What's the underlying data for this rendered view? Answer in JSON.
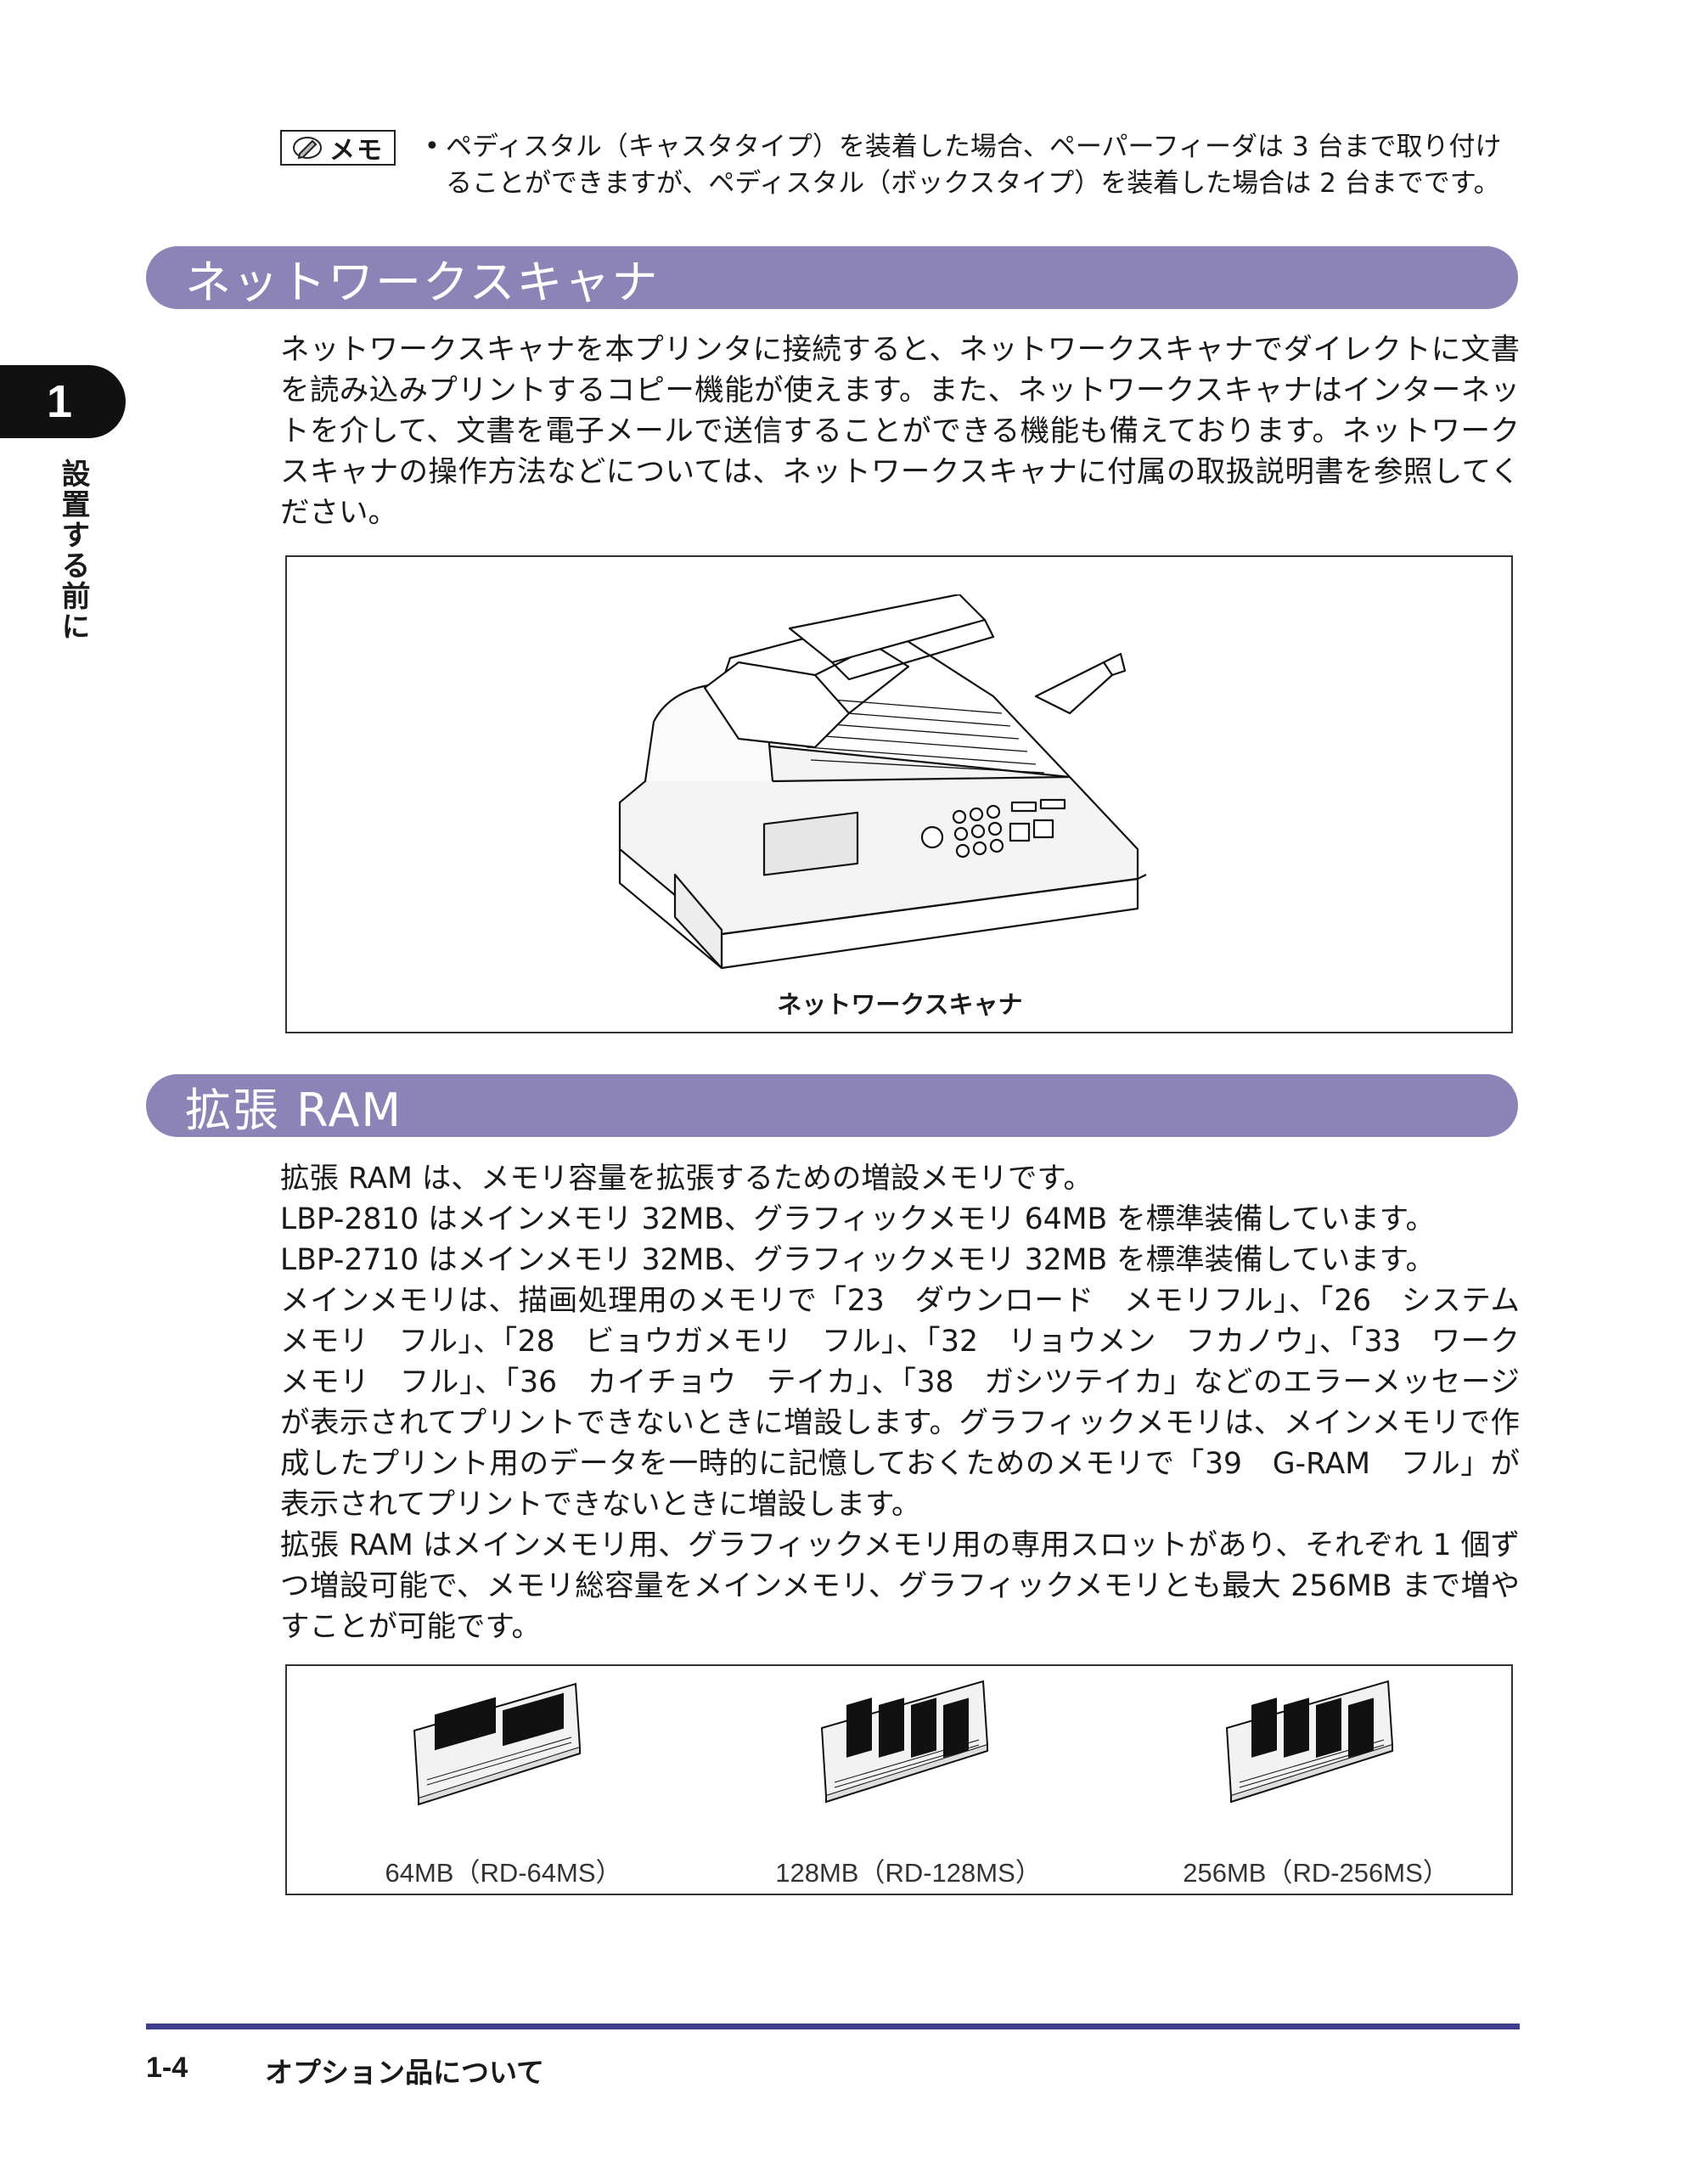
{
  "memo": {
    "badge": "メモ",
    "icon": "pencil-icon",
    "bullet": "•",
    "text": "ペディスタル（キャスタタイプ）を装着した場合、ペーパーフィーダは 3 台まで取り付けることができますが、ペディスタル（ボックスタイプ）を装着した場合は 2 台までです。"
  },
  "sections": {
    "scanner": {
      "heading": "ネットワークスキャナ",
      "body": "ネットワークスキャナを本プリンタに接続すると、ネットワークスキャナでダイレクトに文書を読み込みプリントするコピー機能が使えます。また、ネットワークスキャナはインターネットを介して、文書を電子メールで送信することができる機能も備えております。ネットワークスキャナの操作方法などについては、ネットワークスキャナに付属の取扱説明書を参照してください。",
      "figure_caption": "ネットワークスキャナ"
    },
    "ram": {
      "heading": "拡張 RAM",
      "lines": [
        "拡張 RAM は、メモリ容量を拡張するための増設メモリです。",
        "LBP-2810 はメインメモリ 32MB、グラフィックメモリ 64MB を標準装備しています。",
        "LBP-2710 はメインメモリ 32MB、グラフィックメモリ 32MB を標準装備しています。",
        "メインメモリは、描画処理用のメモリで「23　ダウンロード　メモリフル」、「26　システムメモリ　フル」、「28　ビョウガメモリ　フル」、「32　リョウメン　フカノウ」、「33　ワークメモリ　フル」、「36　カイチョウ　テイカ」、「38　ガシツテイカ」などのエラーメッセージが表示されてプリントできないときに増設します。グラフィックメモリは、メインメモリで作成したプリント用のデータを一時的に記憶しておくためのメモリで「39　G-RAM　フル」が表示されてプリントできないときに増設します。",
        "拡張 RAM はメインメモリ用、グラフィックメモリ用の専用スロットがあり、それぞれ 1 個ずつ増設可能で、メモリ総容量をメインメモリ、グラフィックメモリとも最大 256MB まで増やすことが可能です。"
      ],
      "modules": [
        {
          "caption": "64MB（RD-64MS）"
        },
        {
          "caption": "128MB（RD-128MS）"
        },
        {
          "caption": "256MB（RD-256MS）"
        }
      ]
    }
  },
  "chapter": {
    "number": "1",
    "title": "設置する前に"
  },
  "footer": {
    "page": "1-4",
    "title": "オプション品について"
  },
  "colors": {
    "section_bar": "#8c83b6",
    "footer_rule": "#3f3d8e",
    "chapter_tab": "#111111"
  }
}
